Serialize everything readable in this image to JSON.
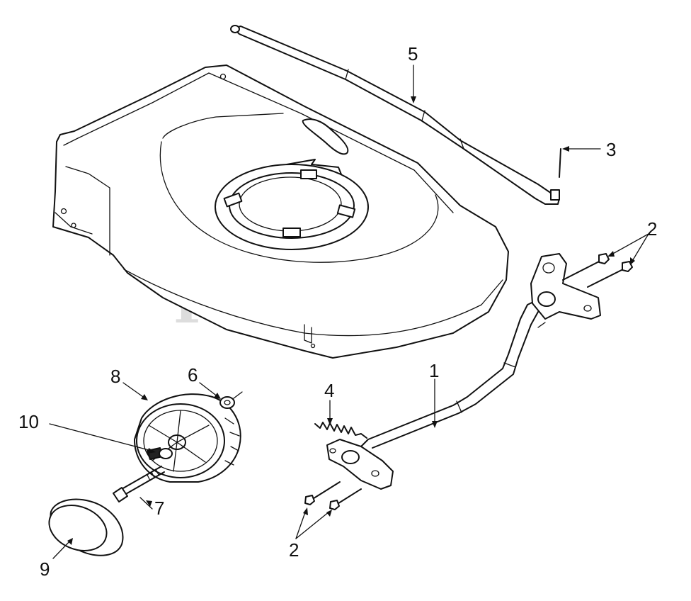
{
  "watermark": "PartsTree",
  "callouts": {
    "c1": "1",
    "c2_upper": "2",
    "c2_lower": "2",
    "c3": "3",
    "c4": "4",
    "c5": "5",
    "c6": "6",
    "c7": "7",
    "c8": "8",
    "c9": "9",
    "c10": "10"
  }
}
